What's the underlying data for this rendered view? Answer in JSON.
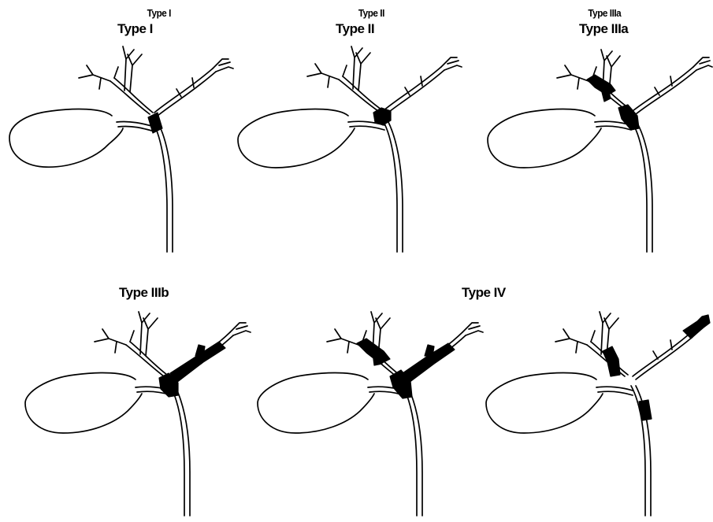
{
  "titles": {
    "type1_small": "Type I",
    "type1": "Type I",
    "type2_small": "Type II",
    "type2": "Type II",
    "type3a_small": "Type IIIa",
    "type3a": "Type IIIa",
    "type3b": "Type IIIb",
    "type4": "Type IV"
  },
  "panels": [
    {
      "id": "type-i",
      "stricture_sites": [
        "common-duct"
      ]
    },
    {
      "id": "type-ii",
      "stricture_sites": [
        "confluence"
      ]
    },
    {
      "id": "type-iiia",
      "stricture_sites": [
        "confluence",
        "right-hepatic-duct"
      ]
    },
    {
      "id": "type-iiib",
      "stricture_sites": [
        "confluence",
        "left-hepatic-duct"
      ]
    },
    {
      "id": "type-iv",
      "stricture_sites": [
        "confluence",
        "right-hepatic-duct",
        "left-hepatic-duct"
      ]
    },
    {
      "id": "type-v",
      "stricture_sites": [
        "right-hepatic-duct",
        "left-hepatic-duct",
        "common-duct"
      ]
    }
  ]
}
